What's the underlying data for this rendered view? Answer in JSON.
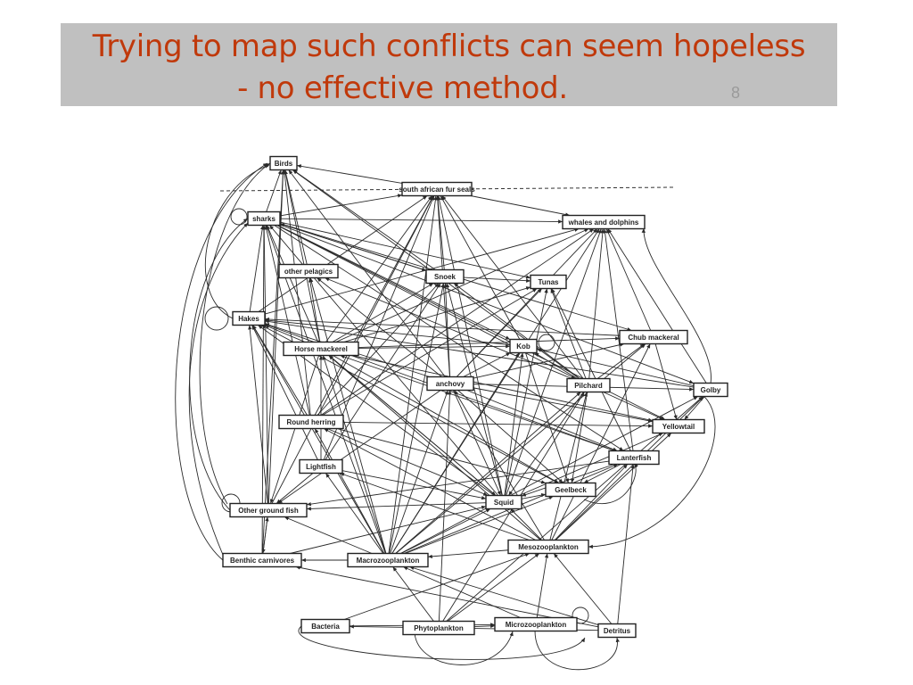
{
  "title": {
    "line1": "Trying to map such conflicts can seem hopeless",
    "line2": "- no effective method.",
    "slide_number": "8"
  },
  "colors": {
    "title_text": "#c0390b",
    "title_bg": "#c0c0c0",
    "ink": "#222222"
  },
  "diagram": {
    "nodes": [
      {
        "id": "birds",
        "label": "Birds"
      },
      {
        "id": "seals",
        "label": "south african fur seals"
      },
      {
        "id": "sharks",
        "label": "sharks"
      },
      {
        "id": "whales",
        "label": "whales and dolphins"
      },
      {
        "id": "pelagics",
        "label": "other pelagics"
      },
      {
        "id": "snoek",
        "label": "Snoek"
      },
      {
        "id": "tunas",
        "label": "Tunas"
      },
      {
        "id": "hakes",
        "label": "Hakes"
      },
      {
        "id": "kob",
        "label": "Kob"
      },
      {
        "id": "chub",
        "label": "Chub mackeral"
      },
      {
        "id": "horse",
        "label": "Horse mackerel"
      },
      {
        "id": "anchovy",
        "label": "anchovy"
      },
      {
        "id": "pilchard",
        "label": "Pilchard"
      },
      {
        "id": "golby",
        "label": "Golby"
      },
      {
        "id": "yellowtail",
        "label": "Yellowtail"
      },
      {
        "id": "round",
        "label": "Round herring"
      },
      {
        "id": "lanternfish",
        "label": "Lanterfish"
      },
      {
        "id": "lightfish",
        "label": "Lightfish"
      },
      {
        "id": "geelbeck",
        "label": "Geelbeck"
      },
      {
        "id": "squid",
        "label": "Squid"
      },
      {
        "id": "groundfish",
        "label": "Other ground fish"
      },
      {
        "id": "meso",
        "label": "Mesozooplankton"
      },
      {
        "id": "benthic",
        "label": "Benthic carnivores"
      },
      {
        "id": "macro",
        "label": "Macrozooplankton"
      },
      {
        "id": "bacteria",
        "label": "Bacteria"
      },
      {
        "id": "phyto",
        "label": "Phytoplankton"
      },
      {
        "id": "micro",
        "label": "Microzooplankton"
      },
      {
        "id": "detritus",
        "label": "Detritus"
      }
    ],
    "edges": [
      [
        "seals",
        "birds"
      ],
      [
        "sharks",
        "birds"
      ],
      [
        "pelagics",
        "birds"
      ],
      [
        "snoek",
        "birds"
      ],
      [
        "horse",
        "birds"
      ],
      [
        "anchovy",
        "birds"
      ],
      [
        "round",
        "birds"
      ],
      [
        "pilchard",
        "birds"
      ],
      [
        "benthic",
        "birds"
      ],
      [
        "groundfish",
        "birds"
      ],
      [
        "sharks",
        "seals"
      ],
      [
        "snoek",
        "seals"
      ],
      [
        "hakes",
        "seals"
      ],
      [
        "horse",
        "seals"
      ],
      [
        "anchovy",
        "seals"
      ],
      [
        "round",
        "seals"
      ],
      [
        "squid",
        "seals"
      ],
      [
        "lightfish",
        "seals"
      ],
      [
        "groundfish",
        "seals"
      ],
      [
        "kob",
        "seals"
      ],
      [
        "pilchard",
        "seals"
      ],
      [
        "macro",
        "seals"
      ],
      [
        "sharks",
        "whales"
      ],
      [
        "seals",
        "whales"
      ],
      [
        "hakes",
        "whales"
      ],
      [
        "horse",
        "whales"
      ],
      [
        "anchovy",
        "whales"
      ],
      [
        "round",
        "whales"
      ],
      [
        "squid",
        "whales"
      ],
      [
        "pilchard",
        "whales"
      ],
      [
        "lanternfish",
        "whales"
      ],
      [
        "golby",
        "whales"
      ],
      [
        "macro",
        "whales"
      ],
      [
        "chub",
        "whales"
      ],
      [
        "hakes",
        "sharks"
      ],
      [
        "horse",
        "sharks"
      ],
      [
        "groundfish",
        "sharks"
      ],
      [
        "benthic",
        "sharks"
      ],
      [
        "squid",
        "sharks"
      ],
      [
        "round",
        "sharks"
      ],
      [
        "snoek",
        "sharks"
      ],
      [
        "macro",
        "sharks"
      ],
      [
        "sharks",
        "chub"
      ],
      [
        "sharks",
        "yellowtail"
      ],
      [
        "sharks",
        "golby"
      ],
      [
        "sharks",
        "kob"
      ],
      [
        "sharks",
        "lanternfish"
      ],
      [
        "sharks",
        "tunas"
      ],
      [
        "sharks",
        "snoek"
      ],
      [
        "sharks",
        "pilchard"
      ],
      [
        "macro",
        "pelagics"
      ],
      [
        "anchovy",
        "pelagics"
      ],
      [
        "horse",
        "pelagics"
      ],
      [
        "pilchard",
        "pelagics"
      ],
      [
        "anchovy",
        "snoek"
      ],
      [
        "pilchard",
        "snoek"
      ],
      [
        "round",
        "snoek"
      ],
      [
        "horse",
        "snoek"
      ],
      [
        "squid",
        "snoek"
      ],
      [
        "macro",
        "snoek"
      ],
      [
        "lightfish",
        "snoek"
      ],
      [
        "anchovy",
        "tunas"
      ],
      [
        "pilchard",
        "tunas"
      ],
      [
        "squid",
        "tunas"
      ],
      [
        "horse",
        "tunas"
      ],
      [
        "round",
        "tunas"
      ],
      [
        "lanternfish",
        "tunas"
      ],
      [
        "snoek",
        "tunas"
      ],
      [
        "anchovy",
        "hakes"
      ],
      [
        "horse",
        "hakes"
      ],
      [
        "lightfish",
        "hakes"
      ],
      [
        "squid",
        "hakes"
      ],
      [
        "lanternfish",
        "hakes"
      ],
      [
        "macro",
        "hakes"
      ],
      [
        "groundfish",
        "hakes"
      ],
      [
        "round",
        "hakes"
      ],
      [
        "kob",
        "hakes"
      ],
      [
        "geelbeck",
        "hakes"
      ],
      [
        "chub",
        "hakes"
      ],
      [
        "golby",
        "hakes"
      ],
      [
        "anchovy",
        "kob"
      ],
      [
        "squid",
        "kob"
      ],
      [
        "pilchard",
        "kob"
      ],
      [
        "horse",
        "kob"
      ],
      [
        "macro",
        "kob"
      ],
      [
        "golby",
        "kob"
      ],
      [
        "anchovy",
        "chub"
      ],
      [
        "pilchard",
        "chub"
      ],
      [
        "macro",
        "chub"
      ],
      [
        "meso",
        "chub"
      ],
      [
        "horse",
        "chub"
      ],
      [
        "macro",
        "horse"
      ],
      [
        "lightfish",
        "horse"
      ],
      [
        "lanternfish",
        "horse"
      ],
      [
        "squid",
        "horse"
      ],
      [
        "meso",
        "horse"
      ],
      [
        "macro",
        "anchovy"
      ],
      [
        "meso",
        "anchovy"
      ],
      [
        "phyto",
        "anchovy"
      ],
      [
        "macro",
        "pilchard"
      ],
      [
        "meso",
        "pilchard"
      ],
      [
        "phyto",
        "pilchard"
      ],
      [
        "meso",
        "golby"
      ],
      [
        "macro",
        "golby"
      ],
      [
        "anchovy",
        "golby"
      ],
      [
        "anchovy",
        "yellowtail"
      ],
      [
        "pilchard",
        "yellowtail"
      ],
      [
        "squid",
        "yellowtail"
      ],
      [
        "horse",
        "yellowtail"
      ],
      [
        "chub",
        "yellowtail"
      ],
      [
        "round",
        "yellowtail"
      ],
      [
        "golby",
        "yellowtail"
      ],
      [
        "macro",
        "round"
      ],
      [
        "meso",
        "round"
      ],
      [
        "macro",
        "lanternfish"
      ],
      [
        "meso",
        "lanternfish"
      ],
      [
        "anchovy",
        "lanternfish"
      ],
      [
        "macro",
        "lightfish"
      ],
      [
        "meso",
        "lightfish"
      ],
      [
        "anchovy",
        "geelbeck"
      ],
      [
        "pilchard",
        "geelbeck"
      ],
      [
        "squid",
        "geelbeck"
      ],
      [
        "horse",
        "geelbeck"
      ],
      [
        "round",
        "geelbeck"
      ],
      [
        "lanternfish",
        "geelbeck"
      ],
      [
        "macro",
        "geelbeck"
      ],
      [
        "kob",
        "geelbeck"
      ],
      [
        "anchovy",
        "squid"
      ],
      [
        "macro",
        "squid"
      ],
      [
        "lanternfish",
        "squid"
      ],
      [
        "meso",
        "squid"
      ],
      [
        "pilchard",
        "squid"
      ],
      [
        "lightfish",
        "squid"
      ],
      [
        "horse",
        "squid"
      ],
      [
        "round",
        "squid"
      ],
      [
        "benthic",
        "squid"
      ],
      [
        "macro",
        "groundfish"
      ],
      [
        "benthic",
        "groundfish"
      ],
      [
        "squid",
        "groundfish"
      ],
      [
        "lightfish",
        "groundfish"
      ],
      [
        "lanternfish",
        "groundfish"
      ],
      [
        "anchovy",
        "groundfish"
      ],
      [
        "horse",
        "groundfish"
      ],
      [
        "macro",
        "benthic"
      ],
      [
        "detritus",
        "benthic"
      ],
      [
        "groundfish",
        "benthic"
      ],
      [
        "micro",
        "macro"
      ],
      [
        "phyto",
        "macro"
      ],
      [
        "meso",
        "macro"
      ],
      [
        "detritus",
        "macro"
      ],
      [
        "phyto",
        "meso"
      ],
      [
        "micro",
        "meso"
      ],
      [
        "detritus",
        "meso"
      ],
      [
        "bacteria",
        "meso"
      ],
      [
        "phyto",
        "micro"
      ],
      [
        "bacteria",
        "micro"
      ],
      [
        "detritus",
        "bacteria"
      ],
      [
        "phyto",
        "golby"
      ],
      [
        "detritus",
        "lanternfish"
      ],
      [
        "meso",
        "yellowtail"
      ]
    ],
    "self_loops": [
      "sharks",
      "hakes",
      "kob",
      "groundfish",
      "micro"
    ]
  }
}
